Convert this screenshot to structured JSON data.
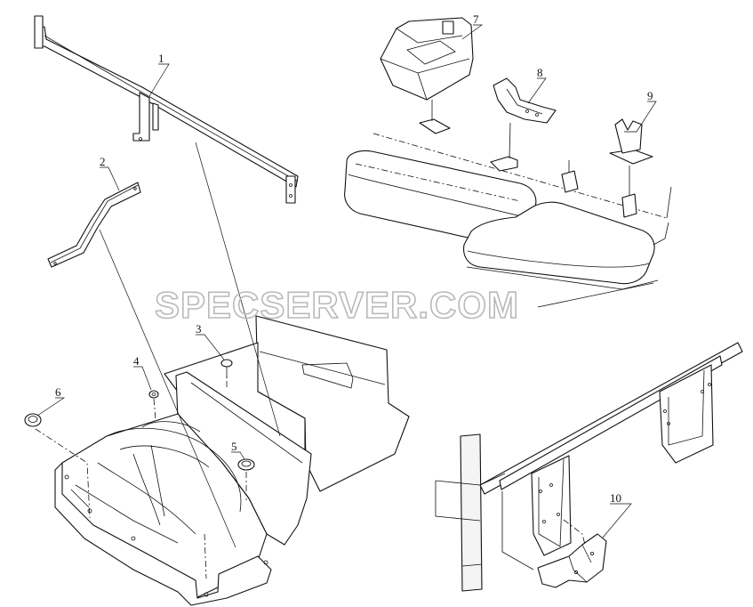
{
  "diagram": {
    "watermark": "SPECSERVER.COM",
    "callouts": [
      {
        "id": "callout-1",
        "label": "1"
      },
      {
        "id": "callout-2",
        "label": "2"
      },
      {
        "id": "callout-3",
        "label": "3"
      },
      {
        "id": "callout-4",
        "label": "4"
      },
      {
        "id": "callout-5",
        "label": "5"
      },
      {
        "id": "callout-6",
        "label": "6"
      },
      {
        "id": "callout-7",
        "label": "7"
      },
      {
        "id": "callout-8",
        "label": "8"
      },
      {
        "id": "callout-9",
        "label": "9"
      },
      {
        "id": "callout-10",
        "label": "10"
      }
    ]
  }
}
